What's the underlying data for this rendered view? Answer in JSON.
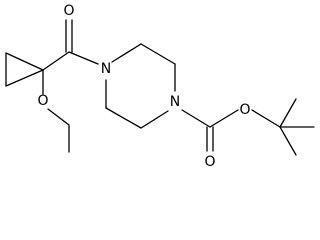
{
  "molecule": {
    "atoms": [
      {
        "id": "O1",
        "symbol": "O"
      },
      {
        "id": "N1",
        "symbol": "N"
      },
      {
        "id": "O2",
        "symbol": "O"
      },
      {
        "id": "N2",
        "symbol": "N"
      },
      {
        "id": "O3",
        "symbol": "O"
      },
      {
        "id": "O4",
        "symbol": "O"
      }
    ]
  }
}
